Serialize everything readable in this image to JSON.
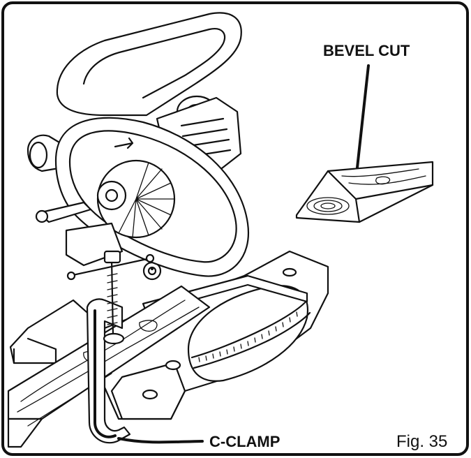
{
  "labels": {
    "bevel_cut": "BEVEL CUT",
    "c_clamp": "C-CLAMP",
    "figure": "Fig. 35"
  }
}
